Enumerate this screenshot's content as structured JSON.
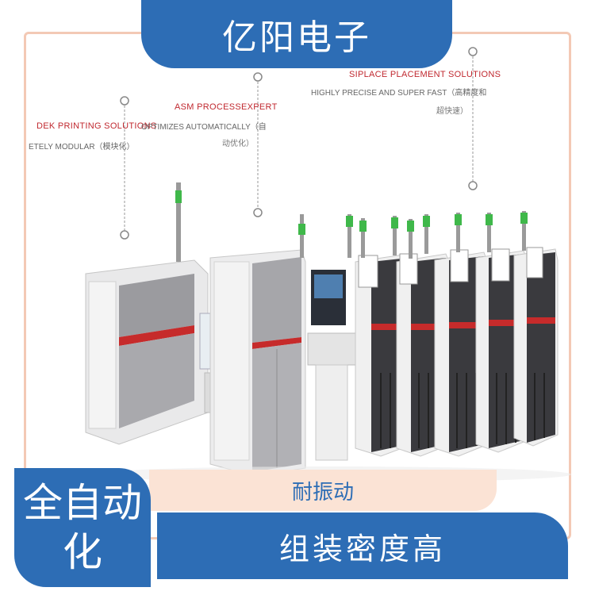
{
  "banner": {
    "title": "亿阳电子"
  },
  "callouts": [
    {
      "title": "DEK PRINTING SOLUTIONS",
      "line1": "ETELY MODULAR（模块化）",
      "line2": ""
    },
    {
      "title": "ASM PROCESSEXPERT",
      "line1": "OPTIMIZES AUTOMATICALLY（自",
      "line2": "动优化）"
    },
    {
      "title": "SIPLACE PLACEMENT SOLUTIONS",
      "line1": "HIGHLY PRECISE AND SUPER FAST（高精度和",
      "line2": "超快速）"
    }
  ],
  "features": {
    "vibration": "耐振动",
    "automation": "全自动化",
    "density": "组装密度高"
  },
  "colors": {
    "primary_blue": "#2d6db5",
    "peach": "#fbe3d5",
    "callout_red": "#c0282f"
  }
}
